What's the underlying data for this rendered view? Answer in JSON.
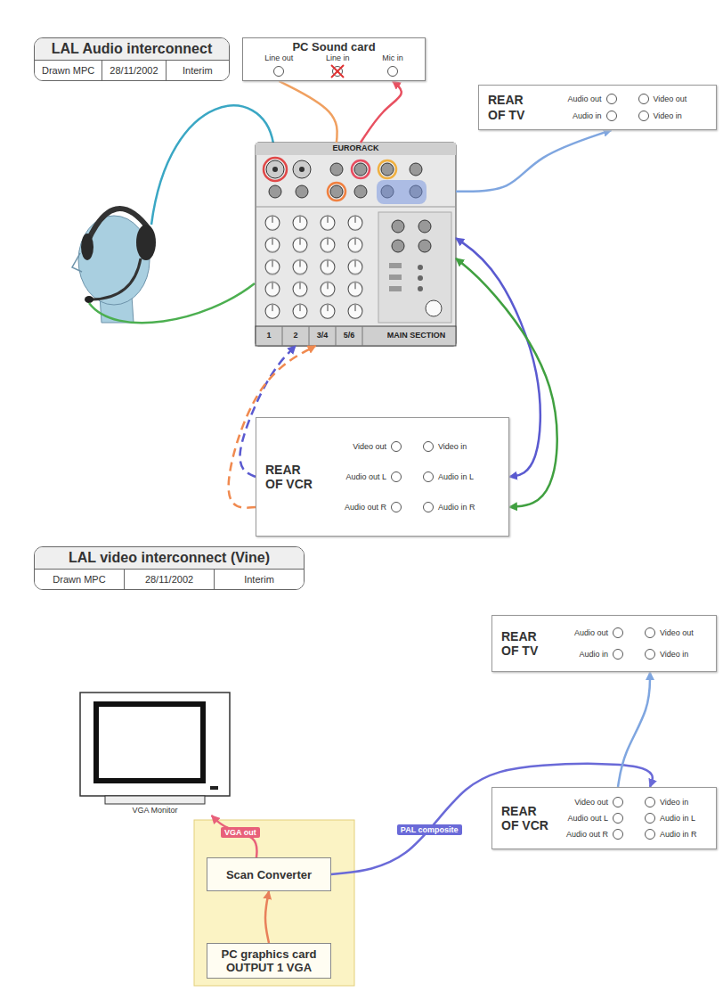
{
  "diagram": {
    "nodes": [
      {
        "text": [
          "LAL Audio interconnect",
          "Drawn MPC",
          "28/11/2002",
          "Interim"
        ]
      },
      {
        "text": [
          "PC Sound card",
          "Line out",
          "Line in",
          "Mic in"
        ]
      },
      {
        "text": [
          "REAR OF TV",
          "Audio out",
          "Video out",
          "Audio in",
          "Video in"
        ]
      },
      {
        "text": [
          "EURORACK",
          "1",
          "2",
          "3/4",
          "5/6",
          "MAIN SECTION"
        ]
      },
      {
        "text": [
          "REAR OF VCR",
          "Video out",
          "Video in",
          "Audio out L",
          "Audio in L",
          "Audio out R",
          "Audio in R"
        ]
      },
      {
        "text": [
          "LAL video interconnect (Vine)",
          "Drawn MPC",
          "28/11/2002",
          "Interim"
        ]
      },
      {
        "text": [
          "REAR OF TV",
          "Audio out",
          "Video out",
          "Audio in",
          "Video in"
        ]
      },
      {
        "text": [
          "VGA Monitor"
        ]
      },
      {
        "text": [
          "REAR OF VCR",
          "Video out",
          "Video in",
          "Audio out L",
          "Audio in L",
          "Audio out R",
          "Audio in R"
        ]
      },
      {
        "text": [
          "Scan Converter"
        ]
      },
      {
        "text": [
          "PC graphics card OUTPUT 1 VGA"
        ]
      }
    ],
    "edges": [
      {
        "from": 1,
        "to": 3,
        "arrow": "none"
      },
      {
        "from": 3,
        "to": 1,
        "arrow": "to"
      },
      {
        "from": 3,
        "to": 2,
        "arrow": "to"
      },
      {
        "from": 3,
        "to": 4,
        "arrow": "both"
      },
      {
        "from": 3,
        "to": 4,
        "arrow": "both"
      },
      {
        "from": 4,
        "to": 3,
        "arrow": "to"
      },
      {
        "from": 4,
        "to": 3,
        "arrow": "to"
      },
      {
        "from": 10,
        "to": 9,
        "arrow": "to"
      },
      {
        "from": 9,
        "to": 7,
        "arrow": "to",
        "label": "VGA out"
      },
      {
        "from": 9,
        "to": 8,
        "arrow": "to",
        "label": "PAL composite"
      },
      {
        "from": 8,
        "to": 6,
        "arrow": "to"
      }
    ]
  }
}
